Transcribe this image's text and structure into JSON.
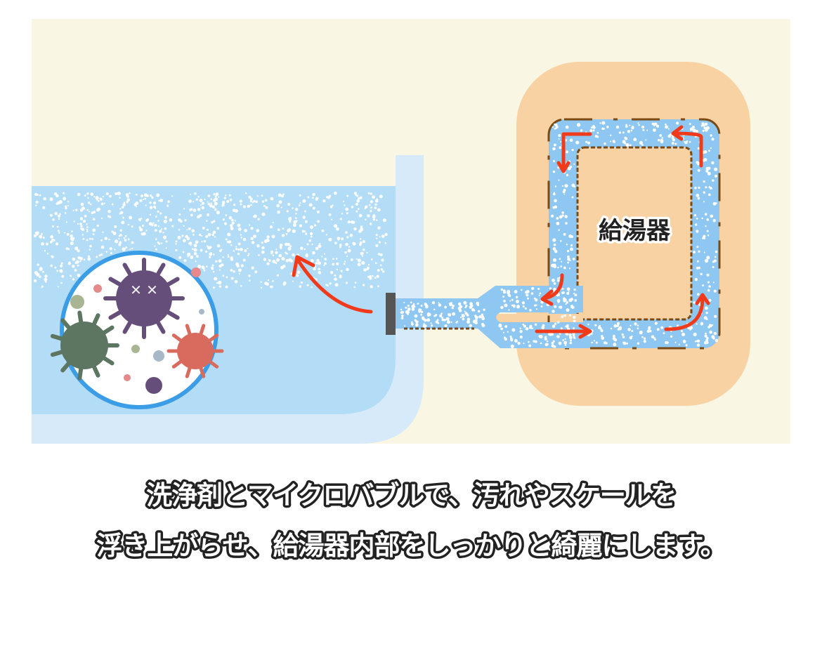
{
  "diagram": {
    "heater_label": "給湯器",
    "caption_lines": [
      "洗浄剤とマイクロバブルで、汚れやスケールを",
      "浮き上がらせ、給湯器内部をしっかりと綺麗にします。"
    ]
  },
  "colors": {
    "background": "#faf6e4",
    "water": "#b3dcf7",
    "tub_wall": "#d7eaf9",
    "pipe_water": "#8ec7f1",
    "heater_body": "#f8d2a2",
    "scale_dirt": "#7a4a14",
    "flow_arrow": "#f03a1a",
    "magnifier_ring": "#3a9de6"
  }
}
